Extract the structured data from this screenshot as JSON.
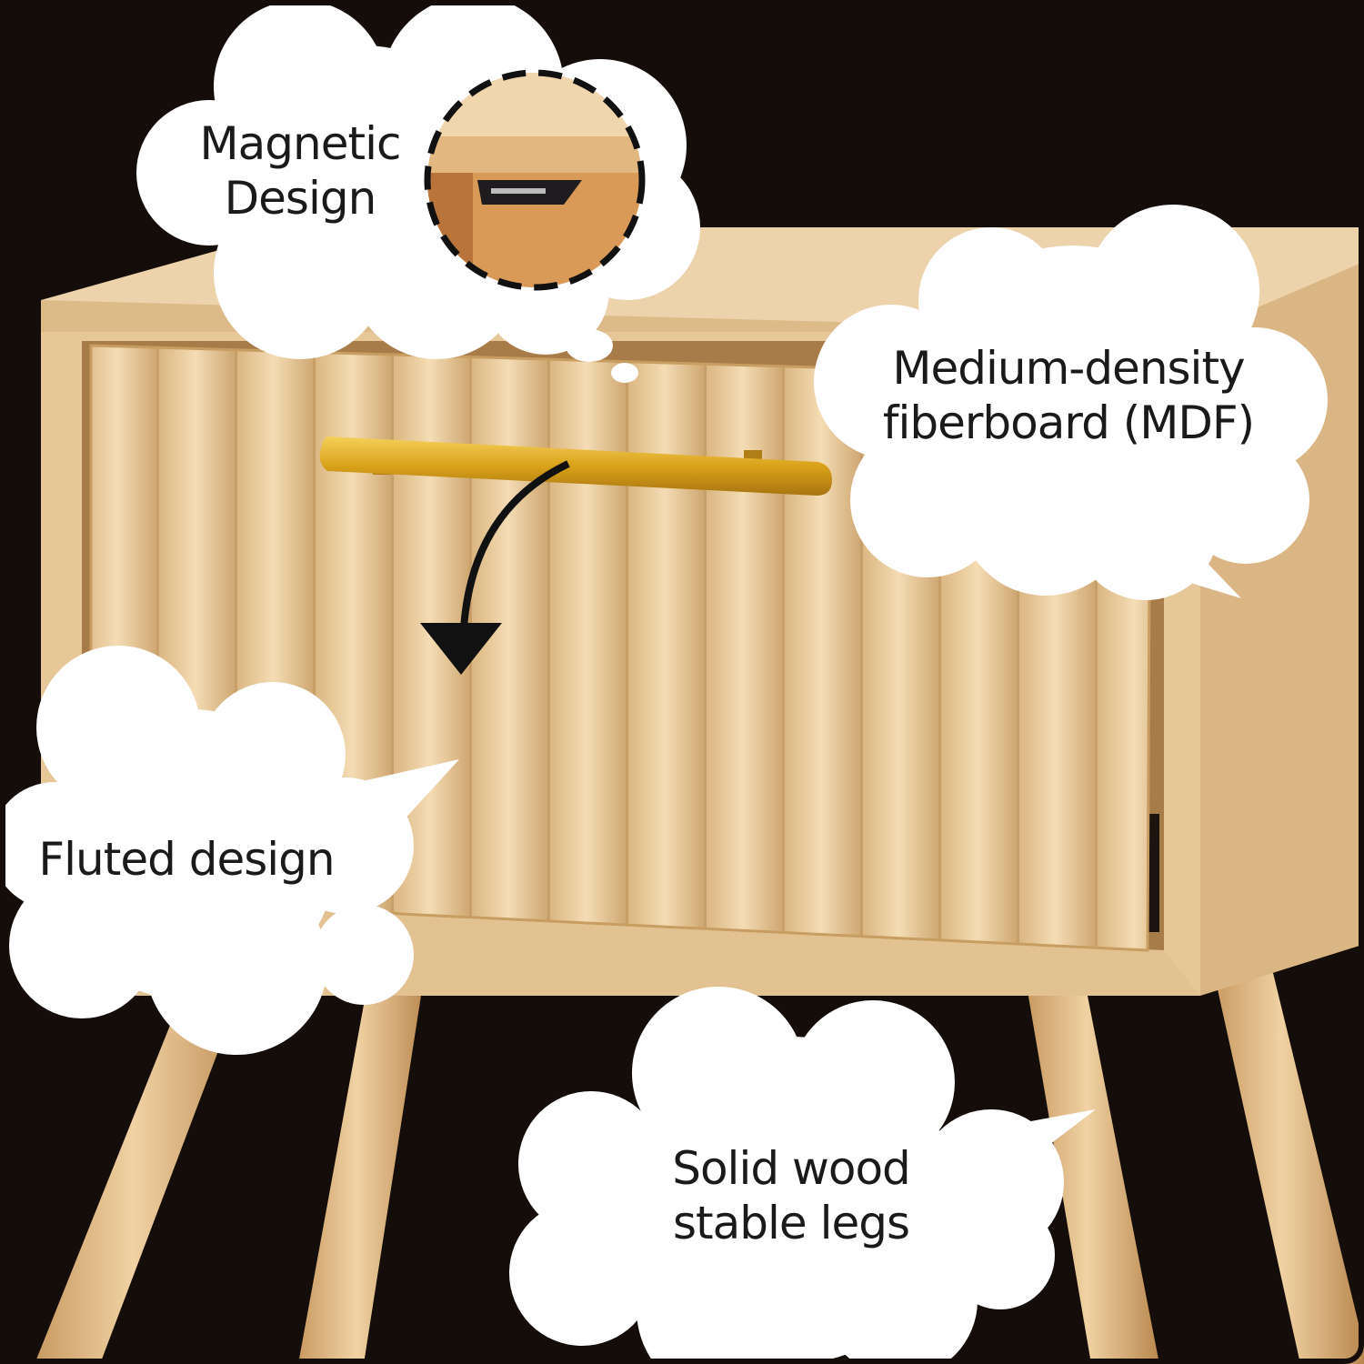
{
  "image": {
    "background_color": "#140d09",
    "wood_color": "#e8c99c",
    "handle_color": "#d9a21a",
    "bubble_color": "#ffffff"
  },
  "callouts": {
    "magnetic": {
      "lines": [
        "Magnetic",
        "Design"
      ]
    },
    "mdf": {
      "lines": [
        "Medium-density",
        "fiberboard (MDF)"
      ]
    },
    "fluted": {
      "lines": [
        "Fluted design"
      ]
    },
    "legs": {
      "lines": [
        "Solid wood",
        "stable legs"
      ]
    }
  },
  "icons": [
    "magnet-detail-lens",
    "pull-down-arrow-icon"
  ]
}
